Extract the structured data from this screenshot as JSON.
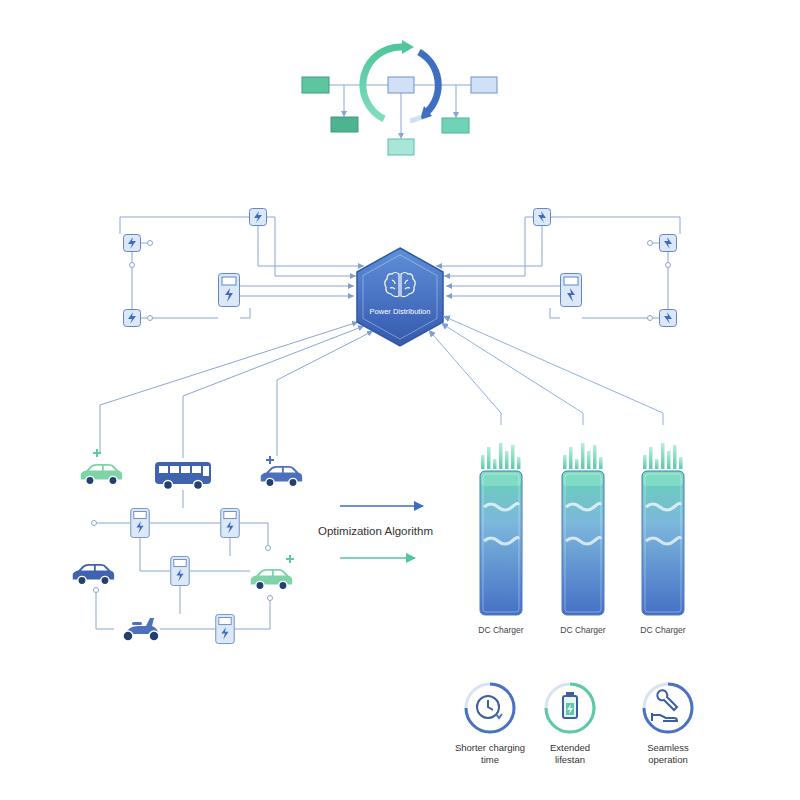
{
  "diagram": {
    "nodes": [
      {
        "text": [
          "Power Distribution"
        ]
      },
      {
        "text": [
          "DC Charger"
        ]
      },
      {
        "text": [
          "DC Charger"
        ]
      },
      {
        "text": [
          "DC Charger"
        ]
      },
      {
        "text": [
          "Shorter charging time"
        ]
      },
      {
        "text": [
          "Extended lifestan"
        ]
      },
      {
        "text": [
          "Seamless operation"
        ]
      }
    ],
    "edges": [
      {
        "from": 1,
        "to": 0,
        "arrow": "to"
      },
      {
        "from": 2,
        "to": 0,
        "arrow": "to"
      },
      {
        "from": 3,
        "to": 0,
        "arrow": "to"
      }
    ],
    "labels": [
      "Optimization Algorithm"
    ]
  }
}
